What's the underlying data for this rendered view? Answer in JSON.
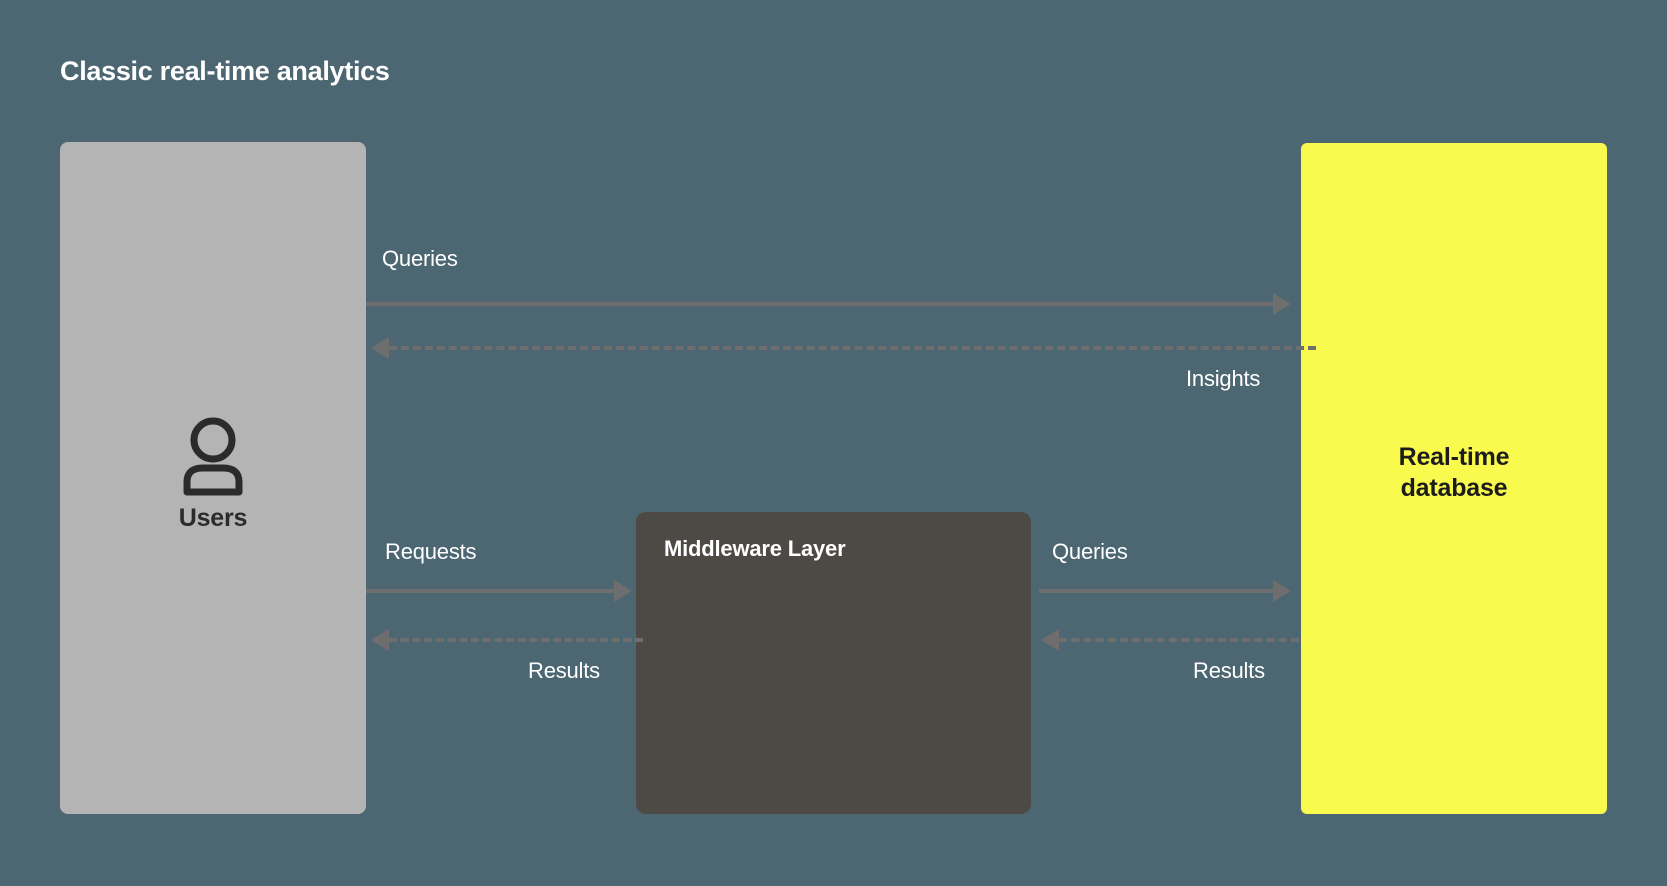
{
  "title": "Classic real-time analytics",
  "colors": {
    "background": "#4c6771",
    "users_box": "#b4b4b4",
    "middleware_box": "#4d4a46",
    "database_box": "#f9fa4e",
    "arrow": "#6e6e6e",
    "label_text": "#ffffff",
    "dark_text": "#1c1c1c"
  },
  "nodes": {
    "users": {
      "label": "Users",
      "icon": "user-icon"
    },
    "middleware": {
      "label": "Middleware Layer"
    },
    "database": {
      "line1": "Real-time",
      "line2": "database"
    }
  },
  "edges": [
    {
      "id": "queries-top",
      "label": "Queries",
      "from": "users",
      "to": "database",
      "style": "solid",
      "direction": "right"
    },
    {
      "id": "insights",
      "label": "Insights",
      "from": "database",
      "to": "users",
      "style": "dashed",
      "direction": "left"
    },
    {
      "id": "requests",
      "label": "Requests",
      "from": "users",
      "to": "middleware",
      "style": "solid",
      "direction": "right"
    },
    {
      "id": "results-left",
      "label": "Results",
      "from": "middleware",
      "to": "users",
      "style": "dashed",
      "direction": "left"
    },
    {
      "id": "queries-right",
      "label": "Queries",
      "from": "middleware",
      "to": "database",
      "style": "solid",
      "direction": "right"
    },
    {
      "id": "results-right",
      "label": "Results",
      "from": "database",
      "to": "middleware",
      "style": "dashed",
      "direction": "left"
    }
  ]
}
